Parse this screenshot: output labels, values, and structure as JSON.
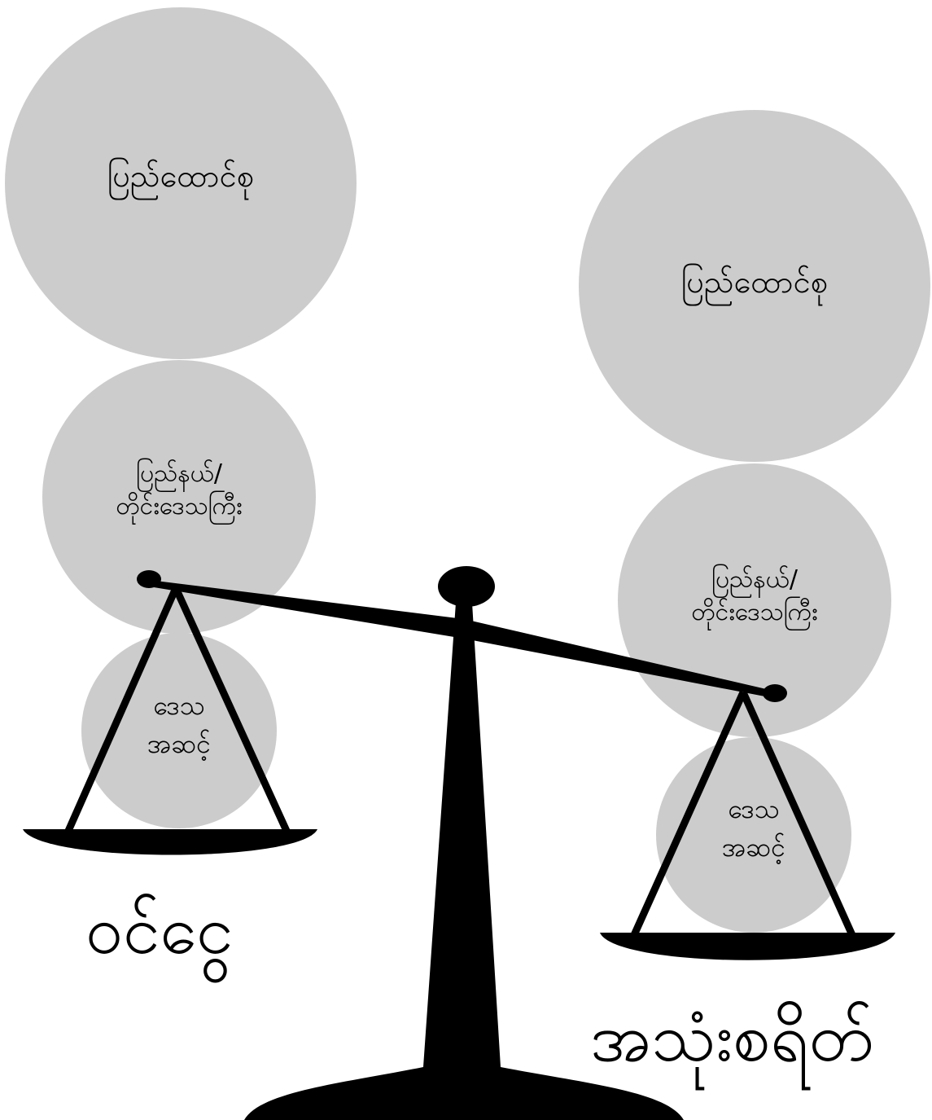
{
  "left_stack": {
    "national": "ပြည်ထောင်စု",
    "state_region_line1": "ပြည်နယ်/",
    "state_region_line2": "တိုင်းဒေသကြီး",
    "local_line1": "ဒေသ",
    "local_line2": "အဆင့်"
  },
  "right_stack": {
    "national": "ပြည်ထောင်စု",
    "state_region_line1": "ပြည်နယ်/",
    "state_region_line2": "တိုင်းဒေသကြီး",
    "local_line1": "ဒေသ",
    "local_line2": "အဆင့်"
  },
  "labels": {
    "left_pan": "ဝင်ငွေ",
    "right_pan": "အသုံးစရိတ်"
  },
  "colors": {
    "circle_fill": "#cccccc",
    "scale": "#000000",
    "background": "#ffffff"
  }
}
